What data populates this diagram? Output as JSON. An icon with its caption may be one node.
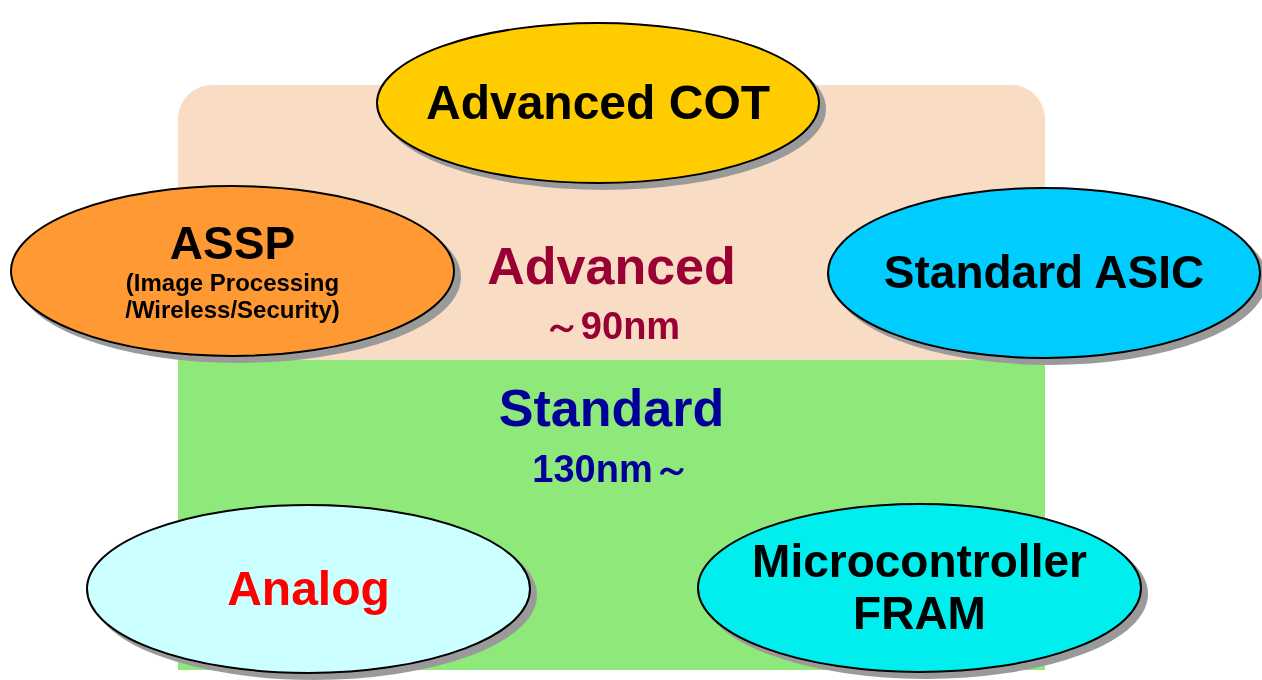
{
  "diagram": {
    "nodes": [
      {
        "text": [
          "Advanced",
          "～90nm"
        ]
      },
      {
        "text": [
          "Standard",
          "130nm～"
        ]
      },
      {
        "text": [
          "Advanced COT"
        ]
      },
      {
        "text": [
          "ASSP",
          "(Image Processing /Wireless/Security)"
        ]
      },
      {
        "text": [
          "Standard ASIC"
        ]
      },
      {
        "text": [
          "Analog"
        ]
      },
      {
        "text": [
          "Microcontroller FRAM"
        ]
      }
    ]
  }
}
